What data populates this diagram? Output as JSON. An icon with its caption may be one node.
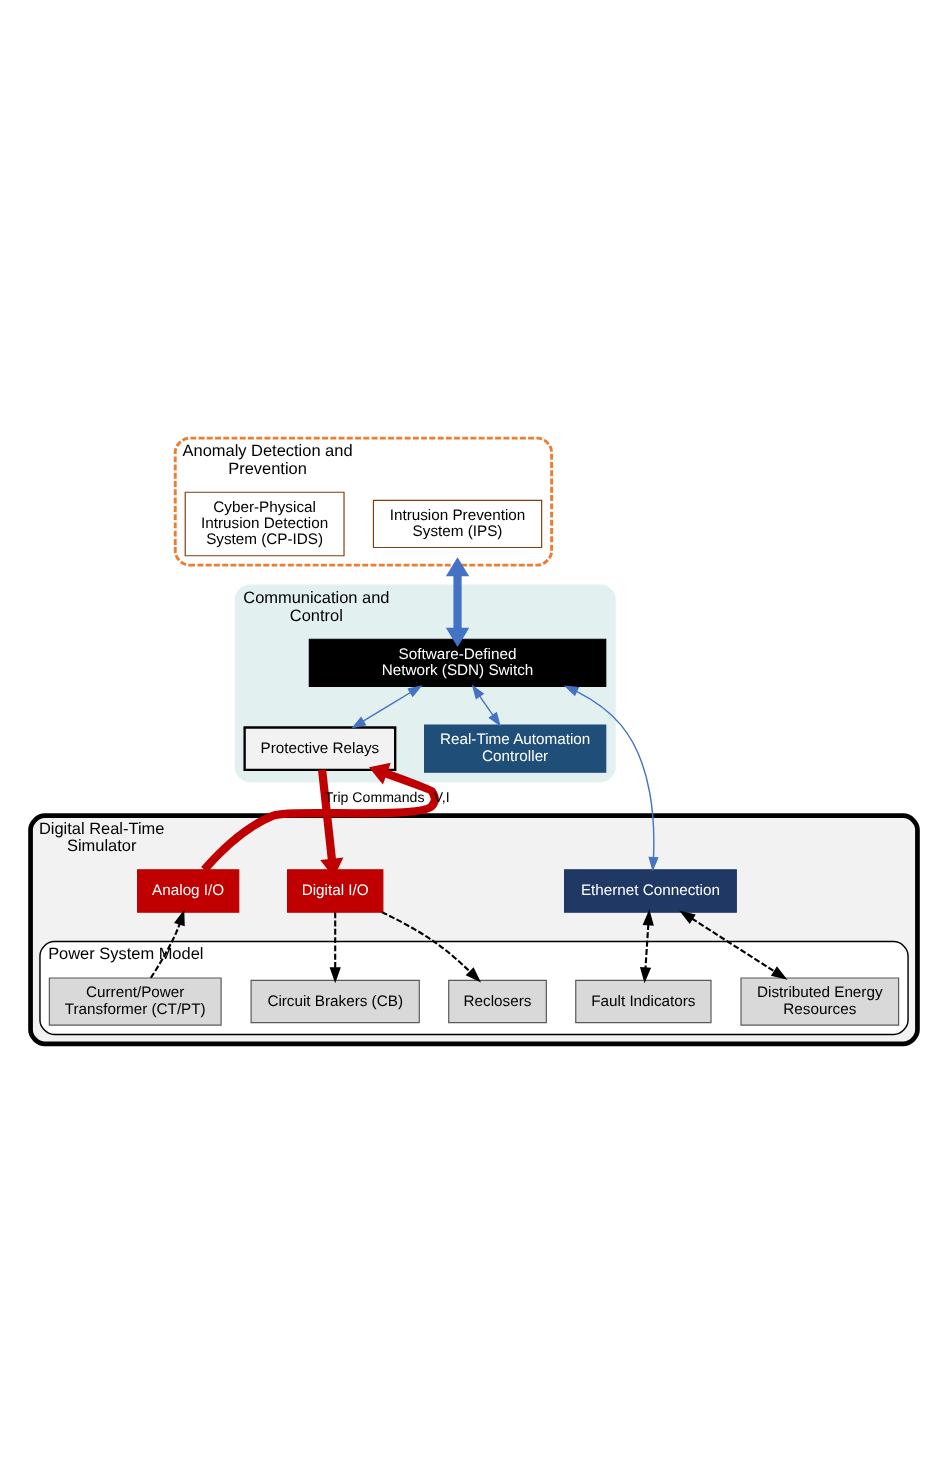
{
  "diagram": {
    "nodes": [
      {
        "text": [
          "Anomaly Detection and Prevention"
        ]
      },
      {
        "text": [
          "Intrusion Prevention System (IPS)"
        ],
        "in": 0
      },
      {
        "text": [
          "Cyber-Physical Intrusion Detection System (CP-IDS)"
        ],
        "in": 0
      },
      {
        "text": [
          "Communication and Control"
        ]
      },
      {
        "text": [
          "Software-Defined Network (SDN) Switch"
        ],
        "in": 3
      },
      {
        "text": [
          "Protective Relays"
        ],
        "in": 3
      },
      {
        "text": [
          "Real-Time Automation Controller"
        ],
        "in": 3
      },
      {
        "text": [
          "Digital Real-Time Simulator"
        ]
      },
      {
        "text": [
          "Analog I/O"
        ],
        "in": 7
      },
      {
        "text": [
          "Digital I/O"
        ],
        "in": 7
      },
      {
        "text": [
          "Ethernet Connection"
        ],
        "in": 7
      },
      {
        "text": [
          "Power System Model"
        ],
        "in": 7
      },
      {
        "text": [
          "Current/Power Transformer (CT/PT)"
        ],
        "in": 11
      },
      {
        "text": [
          "Circuit Brakers (CB)"
        ],
        "in": 11
      },
      {
        "text": [
          "Reclosers"
        ],
        "in": 11
      },
      {
        "text": [
          "Fault Indicators"
        ],
        "in": 11
      },
      {
        "text": [
          "Distributed Energy Resources"
        ],
        "in": 11
      }
    ],
    "edges": [
      {
        "from": 0,
        "to": 4,
        "arrow": "both",
        "style": "thick",
        "color": "#4472c4"
      },
      {
        "from": 4,
        "to": 5,
        "arrow": "both",
        "color": "#4472c4"
      },
      {
        "from": 4,
        "to": 6,
        "arrow": "both",
        "color": "#4472c4"
      },
      {
        "from": 4,
        "to": 10,
        "arrow": "both",
        "color": "#4472c4"
      },
      {
        "from": 8,
        "to": 5,
        "arrow": "to",
        "label": "V,I",
        "style": "thick",
        "color": "#c00000"
      },
      {
        "from": 5,
        "to": 9,
        "arrow": "to",
        "label": "Trip Commands",
        "style": "thick",
        "color": "#c00000"
      },
      {
        "from": 12,
        "to": 8,
        "arrow": "to",
        "style": "dashed"
      },
      {
        "from": 9,
        "to": 13,
        "arrow": "to",
        "style": "dashed"
      },
      {
        "from": 9,
        "to": 14,
        "arrow": "to",
        "style": "dashed"
      },
      {
        "from": 10,
        "to": 16,
        "arrow": "both",
        "style": "dashed"
      },
      {
        "from": 10,
        "to": 15,
        "arrow": "both",
        "style": "dashed"
      }
    ]
  }
}
